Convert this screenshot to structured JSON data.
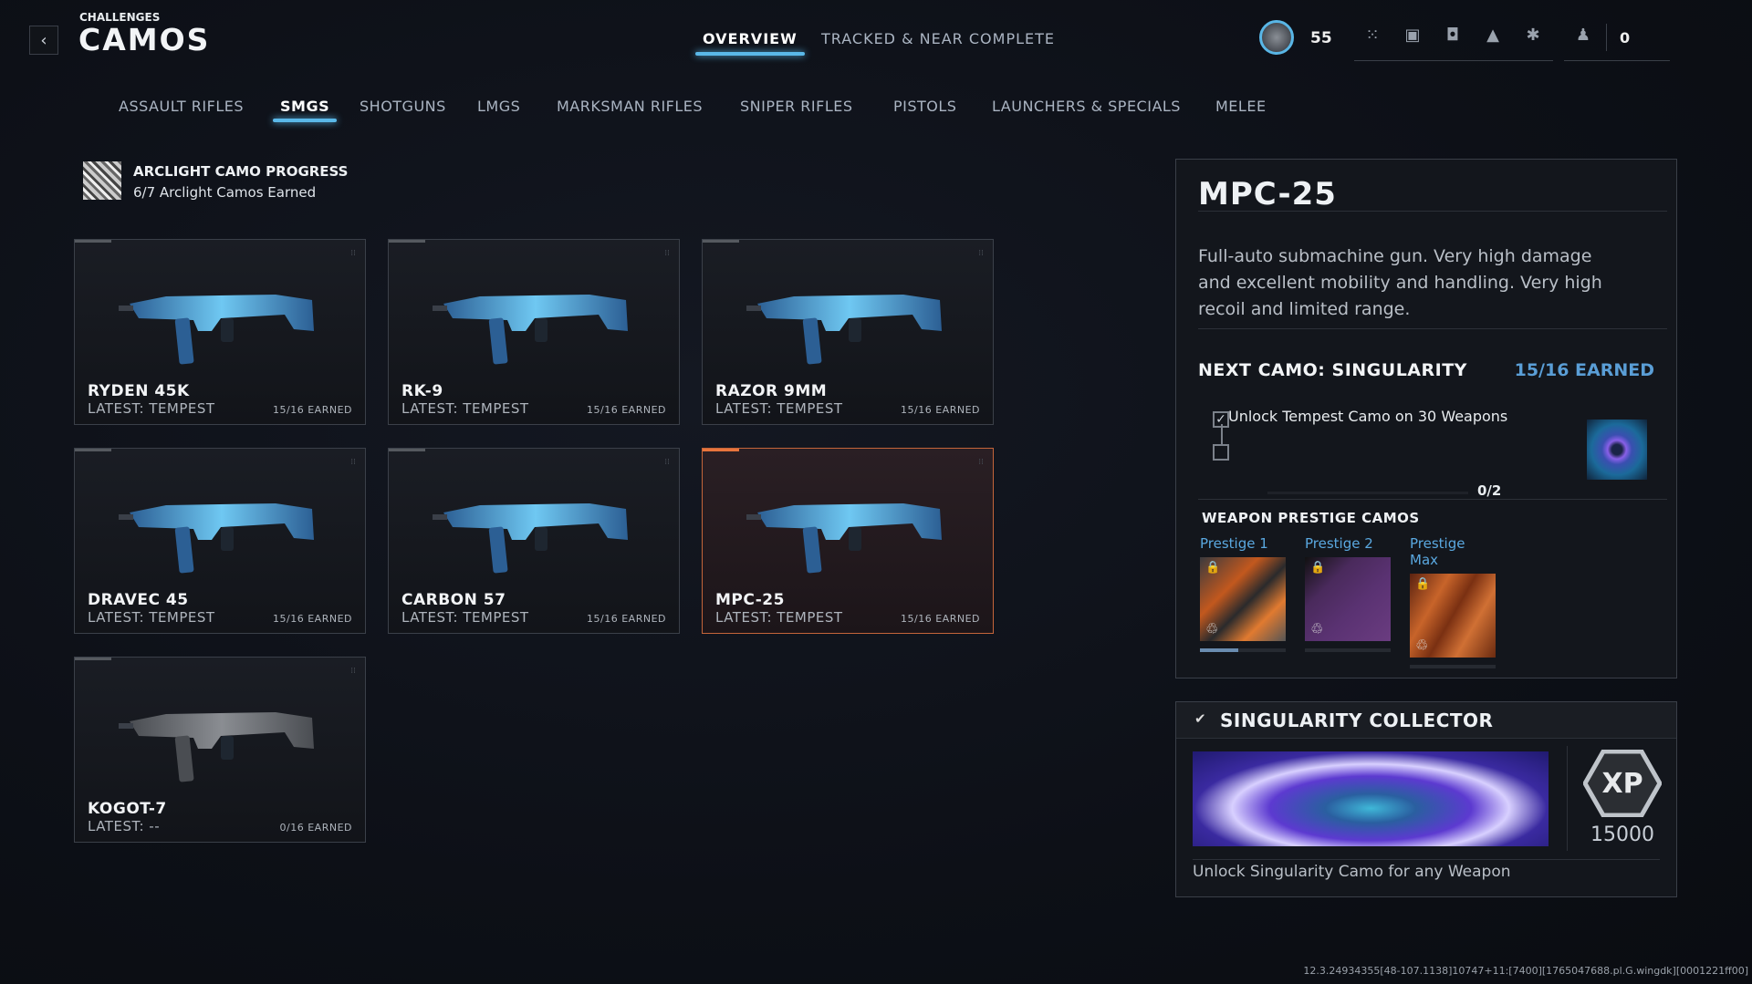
{
  "header": {
    "breadcrumb": "CHALLENGES",
    "title": "CAMOS",
    "tabs": [
      {
        "label": "OVERVIEW",
        "active": true
      },
      {
        "label": "TRACKED & NEAR COMPLETE",
        "active": false
      }
    ],
    "level": "55",
    "currency": "0"
  },
  "categories": [
    "ASSAULT RIFLES",
    "SMGS",
    "SHOTGUNS",
    "LMGS",
    "MARKSMAN RIFLES",
    "SNIPER RIFLES",
    "PISTOLS",
    "LAUNCHERS & SPECIALS",
    "MELEE"
  ],
  "arclight": {
    "title": "ARCLIGHT CAMO PROGRESS",
    "subtitle": "6/7 Arclight Camos Earned"
  },
  "weapons": [
    {
      "name": "RYDEN 45K",
      "latest": "LATEST: TEMPEST",
      "earned": "15/16 EARNED"
    },
    {
      "name": "RK-9",
      "latest": "LATEST: TEMPEST",
      "earned": "15/16 EARNED"
    },
    {
      "name": "RAZOR 9MM",
      "latest": "LATEST: TEMPEST",
      "earned": "15/16 EARNED"
    },
    {
      "name": "DRAVEC 45",
      "latest": "LATEST: TEMPEST",
      "earned": "15/16 EARNED"
    },
    {
      "name": "CARBON 57",
      "latest": "LATEST: TEMPEST",
      "earned": "15/16 EARNED"
    },
    {
      "name": "MPC-25",
      "latest": "LATEST: TEMPEST",
      "earned": "15/16 EARNED",
      "selected": true
    },
    {
      "name": "KOGOT-7",
      "latest": "LATEST: --",
      "earned": "0/16 EARNED"
    }
  ],
  "detail": {
    "name": "MPC-25",
    "description": "Full-auto submachine gun. Very high damage and excellent mobility and handling. Very high recoil and limited range.",
    "next_camo": "NEXT CAMO: SINGULARITY",
    "next_earned": "15/16 EARNED",
    "task": "Unlock Tempest Camo on 30 Weapons",
    "task_done": true,
    "progress": "0/2",
    "prestige_title": "WEAPON PRESTIGE CAMOS",
    "prestige": [
      {
        "label": "Prestige 1",
        "progress": 0.45
      },
      {
        "label": "Prestige 2",
        "progress": 0
      },
      {
        "label": "Prestige Max",
        "progress": 0
      }
    ]
  },
  "collector": {
    "title": "SINGULARITY COLLECTOR",
    "xp": "15000",
    "xp_badge": "XP",
    "description": "Unlock Singularity Camo for any Weapon"
  },
  "version": "12.3.24934355[48-107.1138]10747+11:[7400][1765047688.pl.G.wingdk][0001221ff00]",
  "colors": {
    "accent": "#5ab8e8",
    "selected": "#e8743c",
    "earned": "#5a9ed6"
  }
}
